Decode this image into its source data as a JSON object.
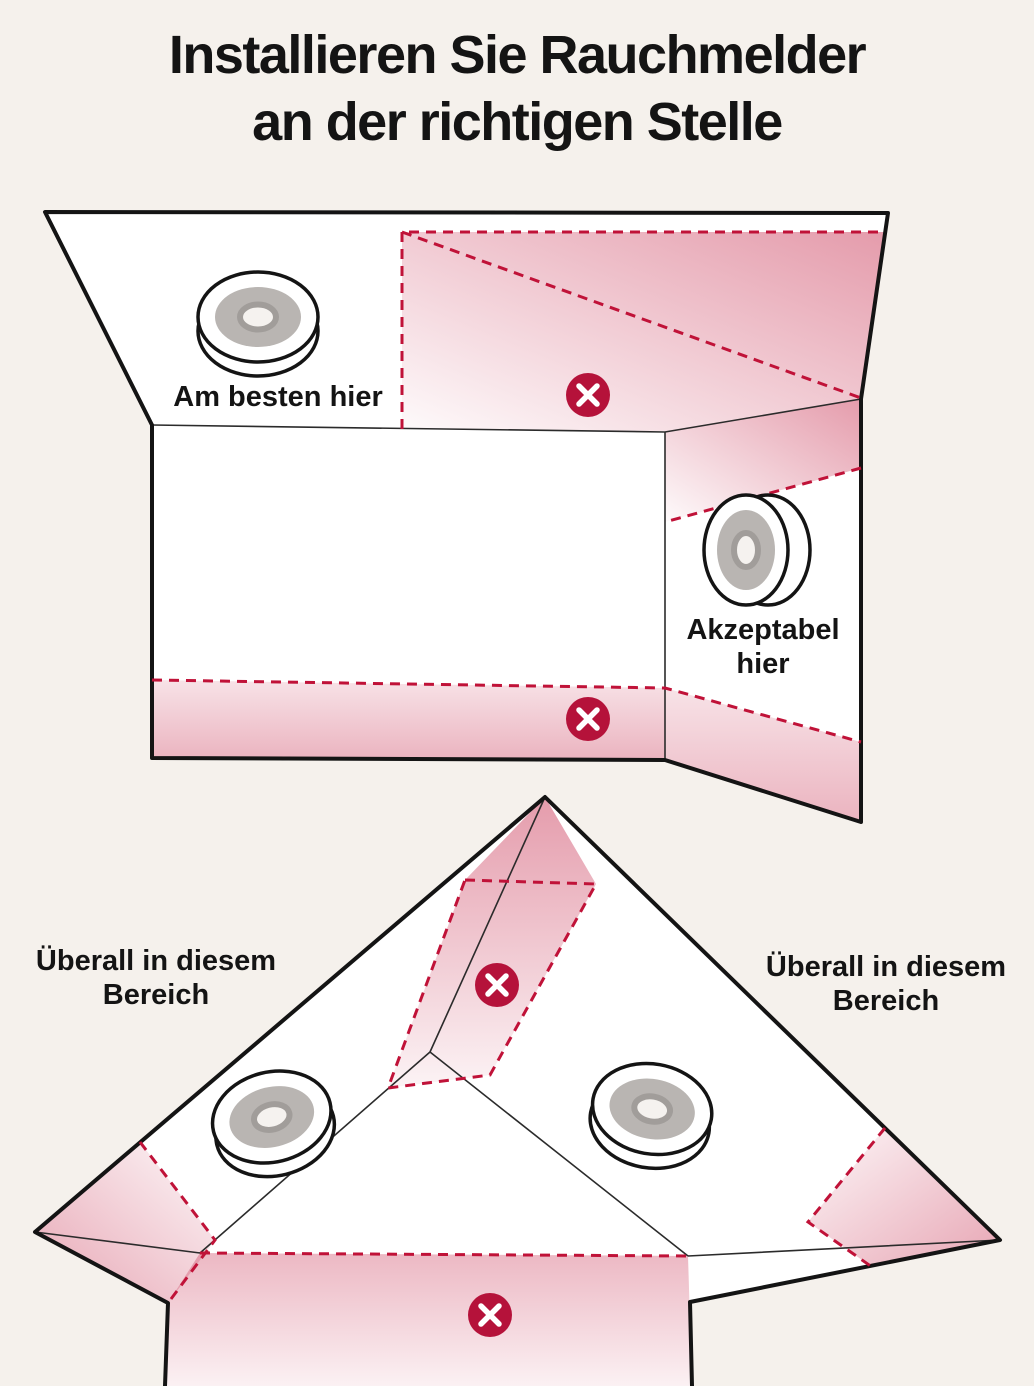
{
  "title": {
    "line1": "Installieren Sie Rauchmelder",
    "line2": "an der richtigen Stelle"
  },
  "flat_room": {
    "best_label": "Am besten hier",
    "acceptable_label": {
      "line1": "Akzeptabel",
      "line2": "hier"
    }
  },
  "pitched_room": {
    "left_label": {
      "line1": "Überall in diesem",
      "line2": "Bereich"
    },
    "right_label": {
      "line1": "Überall in diesem",
      "line2": "Bereich"
    }
  },
  "icons": {
    "forbidden_badge": "x-circle-icon",
    "device": "smoke-detector"
  },
  "colors": {
    "background": "#f5f1ec",
    "room_fill": "#ffffff",
    "outline": "#141414",
    "forbidden_red": "#c01238",
    "badge_red": "#b5123a",
    "detector_gray": "#b9b5b2"
  }
}
